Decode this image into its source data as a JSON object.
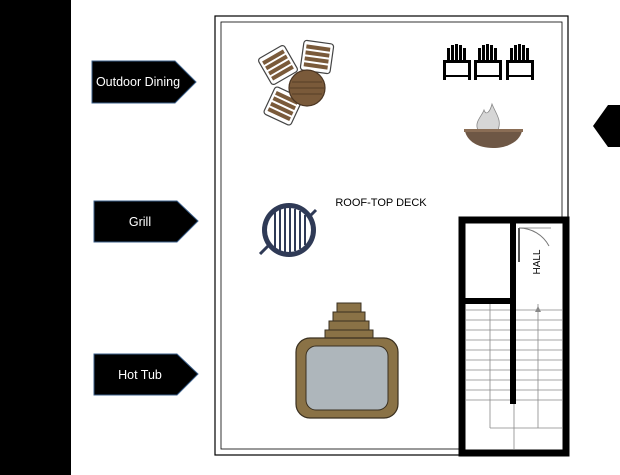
{
  "labels": {
    "outdoor_dining": "Outdoor Dining",
    "grill": "Grill",
    "hot_tub": "Hot Tub"
  },
  "plan": {
    "title": "ROOF-TOP DECK",
    "hall": "HALL"
  },
  "colors": {
    "label_bg": "#000000",
    "label_text": "#ffffff",
    "wood": "#7a5a3a",
    "tub_frame": "#8a7246",
    "tub_water": "#aeb6bb",
    "fire_bowl": "#6e5745",
    "grill_body": "#2f3a56"
  }
}
